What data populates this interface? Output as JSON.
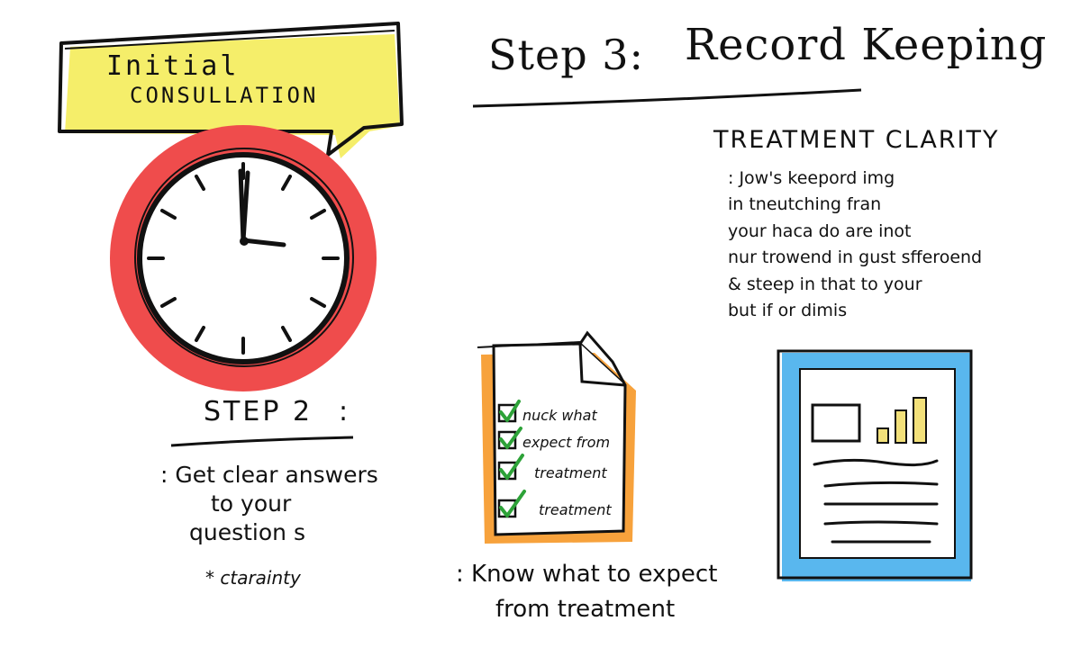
{
  "consultation_bubble": {
    "line1": "Initial",
    "line2": "CONSULLATION"
  },
  "step3": {
    "title": "Step 3:",
    "subtitle": "Record Keeping"
  },
  "clarity": {
    "heading": "TREATMENT CLARITY",
    "lines": [
      ": Jow's keepord img",
      "in tneutching fran",
      "your haca do are inot",
      "nur trowend in gust sfferoend",
      "& steep in that to your",
      "but if or dimis"
    ]
  },
  "step2": {
    "heading": "STEP 2",
    "colon": ":",
    "lines": [
      ": Get clear answers",
      "to your",
      "question s"
    ],
    "note": "* ctarainty"
  },
  "checklist": {
    "items": [
      "nuck what",
      "expect from",
      "treatment",
      "treatment"
    ],
    "caption_line1": ": Know what to expect",
    "caption_line2": "from treatment"
  },
  "colors": {
    "bubble_fill": "#f5ee6a",
    "clock_ring": "#ef4c4c",
    "doc_orange": "#f7a23c",
    "check_green": "#2da238",
    "report_blue": "#59b7ee",
    "bar_yellow": "#f2e07a"
  }
}
